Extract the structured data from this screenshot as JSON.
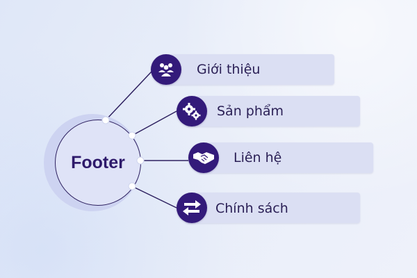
{
  "diagram": {
    "center": {
      "label": "Footer"
    },
    "items": [
      {
        "label": "Giới thiệu",
        "icon": "team-icon"
      },
      {
        "label": "Sản phẩm",
        "icon": "gears-icon"
      },
      {
        "label": "Liên hệ",
        "icon": "handshake-icon"
      },
      {
        "label": "Chính sách",
        "icon": "exchange-arrows-icon"
      }
    ]
  },
  "colors": {
    "hub_outline": "#2e2160",
    "icon_background": "#331a7a",
    "pill_background": "#dbdff3",
    "text": "#2a1f55",
    "title": "#2e1a6b"
  }
}
